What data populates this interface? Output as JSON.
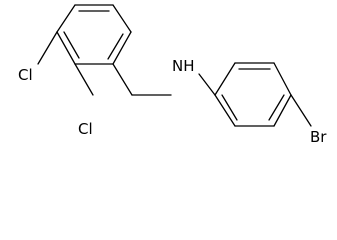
{
  "molecule": {
    "atoms": {
      "cl_upper": "Cl",
      "cl_lower": "Cl",
      "nh": "NH",
      "br": "Br"
    }
  }
}
